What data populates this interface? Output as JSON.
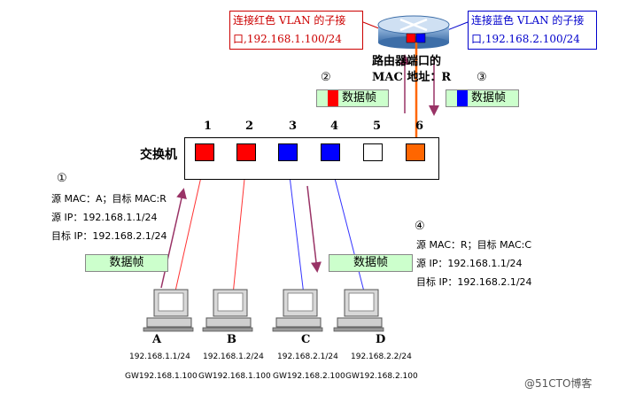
{
  "router": {
    "red_sub_label_line1": "连接红色 VLAN 的子接",
    "red_sub_label_line2": "口,192.168.1.100/24",
    "blue_sub_label_line1": "连接蓝色 VLAN 的子接",
    "blue_sub_label_line2": "口,192.168.2.100/24",
    "mac_line1": "路由器端口的",
    "mac_line2": "MAC 地址：R"
  },
  "switch": {
    "label": "交换机",
    "ports": [
      {
        "num": "1",
        "color": "#ff0000"
      },
      {
        "num": "2",
        "color": "#ff0000"
      },
      {
        "num": "3",
        "color": "#0000ff"
      },
      {
        "num": "4",
        "color": "#0000ff"
      },
      {
        "num": "5",
        "color": "#ffffff"
      },
      {
        "num": "6",
        "color": "#ff6600"
      }
    ]
  },
  "frame_label": "数据帧",
  "steps": {
    "s1": "①",
    "s2": "②",
    "s3": "③",
    "s4": "④"
  },
  "info_left": {
    "mac": "源 MAC：A；目标 MAC:R",
    "src_ip": "源 IP：192.168.1.1/24",
    "dst_ip": "目标 IP：192.168.2.1/24"
  },
  "info_right": {
    "mac": "源 MAC：R；目标 MAC:C",
    "src_ip": "源 IP：192.168.1.1/24",
    "dst_ip": "目标 IP：192.168.2.1/24"
  },
  "pcs": [
    {
      "name": "A",
      "ip": "192.168.1.1/24",
      "gw": "GW192.168.1.100"
    },
    {
      "name": "B",
      "ip": "192.168.1.2/24",
      "gw": "GW192.168.1.100"
    },
    {
      "name": "C",
      "ip": "192.168.2.1/24",
      "gw": "GW192.168.2.100"
    },
    {
      "name": "D",
      "ip": "192.168.2.2/24",
      "gw": "GW192.168.2.100"
    }
  ],
  "colors": {
    "red_vlan": "#ff0000",
    "blue_vlan": "#0000ff",
    "trunk": "#ff6600",
    "frame_bg": "#ccffcc",
    "arrow": "#993366"
  },
  "watermark": "@51CTO博客"
}
